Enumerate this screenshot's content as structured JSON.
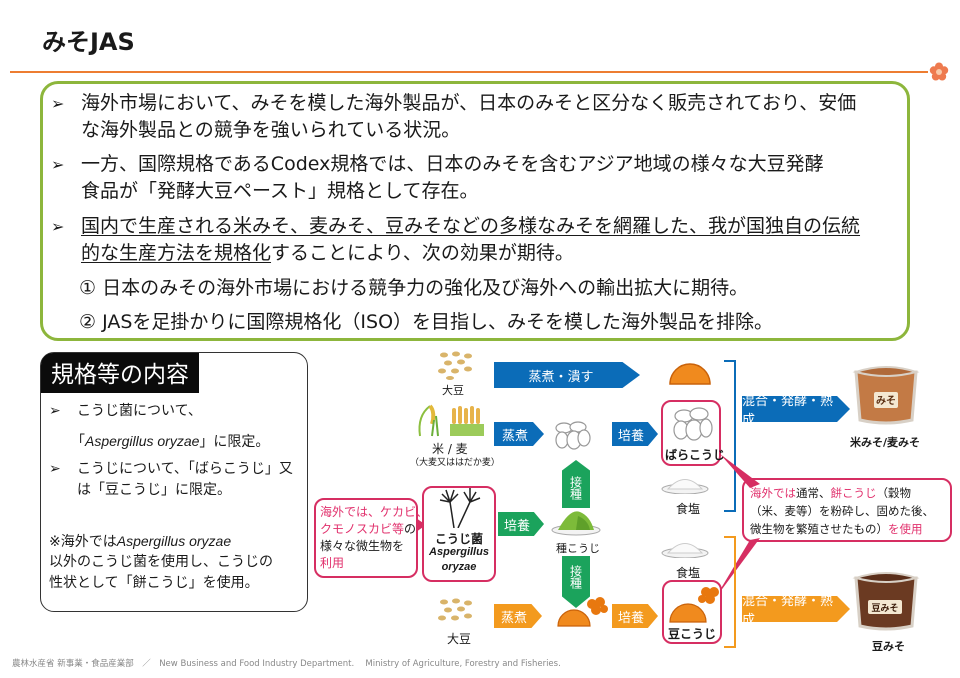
{
  "header": {
    "title": "みそJAS",
    "accent_color": "#ED7D31",
    "logo_icon": "plum-blossom-icon"
  },
  "summary": {
    "border_color": "#8DB63C",
    "bullets": [
      {
        "line1": "海外市場において、みそを模した海外製品が、日本のみそと区分なく販売されており、安価",
        "line2": "な海外製品との競争を強いられている状況。"
      },
      {
        "line1": "一方、国際規格であるCodex規格では、日本のみそを含むアジア地域の様々な大豆発酵",
        "line2": "食品が「発酵大豆ペースト」規格として存在。"
      },
      {
        "line1": "国内で生産される米みそ、麦みそ、豆みそなどの多様なみそを網羅した、我が国独自の伝統",
        "line2_underlined": "的な生産方法を規格化",
        "line2_rest": "することにより、次の効果が期待。"
      }
    ],
    "effects": [
      "①  日本のみその海外市場における競争力の強化及び海外への輸出拡大に期待。",
      "②  JASを足掛かりに国際規格化（ISO）を目指し、みそを模した海外製品を排除。"
    ]
  },
  "spec": {
    "title": "規格等の内容",
    "item1_line1": "こうじ菌について、",
    "item1_line2_pre": "「",
    "item1_line2_italic": "Aspergillus oryzae",
    "item1_line2_post": "」に限定。",
    "item2_line1": "こうじについて、「ばらこうじ」又",
    "item2_line2": "は「豆こうじ」に限定。",
    "note_line1_pre": "※海外では",
    "note_line1_italic": "Aspergillus oryzae",
    "note_line2": "以外のこうじ菌を使用し、こうじの",
    "note_line3": "性状として「餅こうじ」を使用。"
  },
  "diagram": {
    "soybean_top_label": "大豆",
    "arrow_steam_crush": "蒸煮・潰す",
    "rice_wheat_label": "米 / 麦",
    "rice_wheat_sub": "（大麦又ははだか麦）",
    "arrow_steam_rice": "蒸煮",
    "arrow_culture_rice": "培養",
    "bara_koji_label": "ばらこうじ",
    "salt_label_1": "食塩",
    "salt_label_2": "食塩",
    "arrow_mix_top": "混合・発酵・熟成",
    "rice_miso_label": "米みそ/麦みそ",
    "inoculate_up": "接種",
    "inoculate_down": "接種",
    "koji_mold_label": "こうじ菌",
    "koji_mold_sci_1": "Aspergillus",
    "koji_mold_sci_2": "oryzae",
    "arrow_culture_mold": "培養",
    "seed_koji_label": "種こうじ",
    "soybean_bottom_label": "大豆",
    "arrow_steam_bean": "蒸煮",
    "arrow_culture_bean": "培養",
    "mame_koji_label": "豆こうじ",
    "arrow_mix_bottom": "混合・発酵・熟成",
    "mame_miso_label": "豆みそ",
    "miso_tub_label_top": "みそ",
    "miso_tub_label_bottom": "豆みそ",
    "callout_left": {
      "pink1": "海外では、ケカビ、",
      "pink2": "クモノスカビ等",
      "black2": "の",
      "black3": "様々な微生物を",
      "pink4": "利用"
    },
    "callout_right": {
      "pink1": "海外では",
      "black1": "通常、",
      "pink1b": "餅こうじ",
      "black1b": "（穀物",
      "line2": "（米、麦等）を粉砕し、固めた後、",
      "line3_black": "微生物を繁殖させたもの）",
      "line3_pink": "を使用"
    },
    "colors": {
      "blue": "#0B6CB8",
      "orange": "#F39A1E",
      "green": "#1BA35C",
      "pink": "#D62E62"
    }
  },
  "footer": {
    "text": "農林水産省 新事業・食品産業部　／　New Business and Food Industry Department.　 Ministry of Agriculture, Forestry and Fisheries."
  }
}
